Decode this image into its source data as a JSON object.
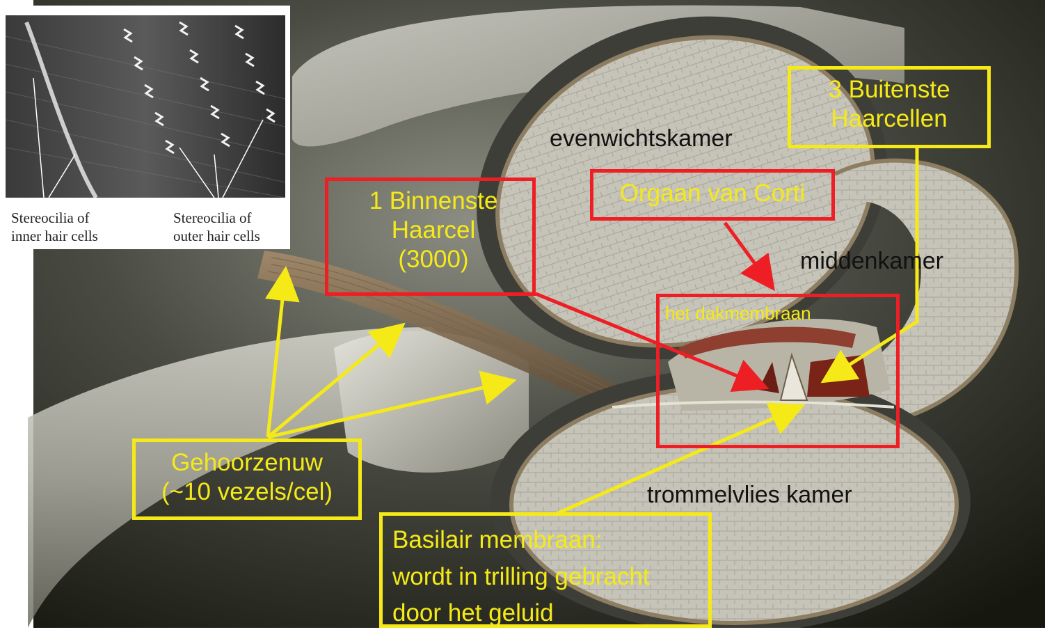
{
  "labels": {
    "evenwichtskamer": "evenwichtskamer",
    "middenkamer": "middenkamer",
    "trommelvlies": "trommelvlies kamer",
    "dakmembraan": "het dakmembraan"
  },
  "boxes": {
    "buitenste": "3 Buitenste\nHaarcellen",
    "binnenste": "1 Binnenste\nHaarcel\n(3000)",
    "corti": "Orgaan van Corti",
    "gehoorzenuw": "Gehoorzenuw\n(~10 vezels/cel)",
    "basilair": "Basilair membraan:\nwordt in trilling gebracht\ndoor het geluid"
  },
  "inset": {
    "caption_inner": "Stereocilia of\ninner hair cells",
    "caption_outer": "Stereocilia of\nouter hair cells"
  },
  "colors": {
    "yellow": "#f5ea18",
    "red": "#ee1f24",
    "tissue": "#c9c7bc",
    "background": "#2a2c26"
  }
}
